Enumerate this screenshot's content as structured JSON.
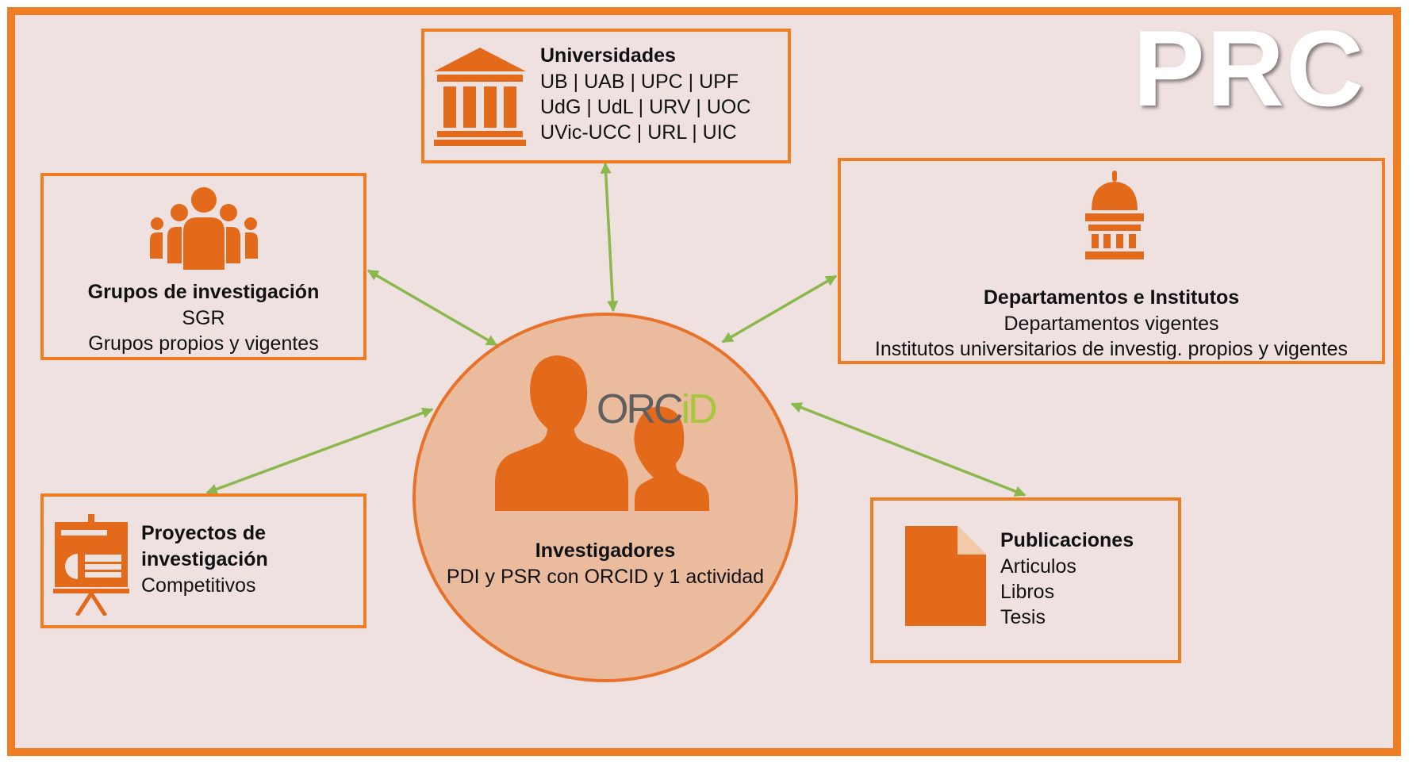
{
  "brand": "PRC",
  "colors": {
    "frame": "#ee7d23",
    "background": "#efe1e0",
    "icon": "#e26a1a",
    "hub_fill": "#ebbb9e",
    "connector": "#8ab84d"
  },
  "nodes": {
    "universidades": {
      "icon": "university-building-icon",
      "title": "Universidades",
      "lines": [
        "UB | UAB | UPC | UPF",
        "UdG | UdL | URV | UOC",
        "UVic-UCC | URL | UIC"
      ]
    },
    "grupos": {
      "icon": "people-group-icon",
      "title": "Grupos de investigación",
      "lines": [
        "SGR",
        "Grupos propios y vigentes"
      ]
    },
    "departamentos": {
      "icon": "dome-building-icon",
      "title": "Departamentos e Institutos",
      "lines": [
        "Departamentos vigentes",
        "Institutos universitarios de investig. propios y vigentes"
      ]
    },
    "proyectos": {
      "icon": "presentation-board-icon",
      "title_lines": [
        "Proyectos de",
        "investigación"
      ],
      "lines": [
        "Competitivos"
      ]
    },
    "publicaciones": {
      "icon": "document-icon",
      "title": "Publicaciones",
      "lines": [
        "Articulos",
        "Libros",
        "Tesis"
      ]
    }
  },
  "hub": {
    "icon": "researchers-icon",
    "badge": {
      "part1": "ORC",
      "part2": "iD"
    },
    "title": "Investigadores",
    "subtitle": "PDI y PSR con ORCID y 1 actividad"
  },
  "connections": [
    {
      "from": "investigadores",
      "to": "universidades",
      "direction": "both"
    },
    {
      "from": "investigadores",
      "to": "grupos",
      "direction": "both"
    },
    {
      "from": "investigadores",
      "to": "departamentos",
      "direction": "both"
    },
    {
      "from": "investigadores",
      "to": "proyectos",
      "direction": "both"
    },
    {
      "from": "investigadores",
      "to": "publicaciones",
      "direction": "both"
    }
  ]
}
